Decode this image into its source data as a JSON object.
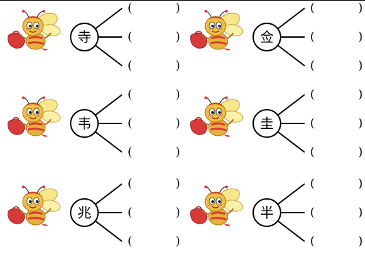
{
  "worksheet": {
    "groups": [
      {
        "character": "寺",
        "blanks": [
          "(",
          ")",
          "(",
          ")",
          "(",
          ")"
        ]
      },
      {
        "character": "佥",
        "blanks": [
          "(",
          ")",
          "(",
          ")",
          "(",
          ")"
        ]
      },
      {
        "character": "韦",
        "blanks": [
          "(",
          ")",
          "(",
          ")",
          "(",
          ")"
        ]
      },
      {
        "character": "圭",
        "blanks": [
          "(",
          ")",
          "(",
          ")",
          "(",
          ")"
        ]
      },
      {
        "character": "兆",
        "blanks": [
          "(",
          ")",
          "(",
          ")",
          "(",
          ")"
        ]
      },
      {
        "character": "半",
        "blanks": [
          "(",
          ")",
          "(",
          ")",
          "(",
          ")"
        ]
      }
    ]
  },
  "icons": {
    "bee": "bee-mascot-icon"
  },
  "colors": {
    "bee_body": "#e8b23a",
    "bee_red": "#d83a3a",
    "ink": "#000000"
  }
}
